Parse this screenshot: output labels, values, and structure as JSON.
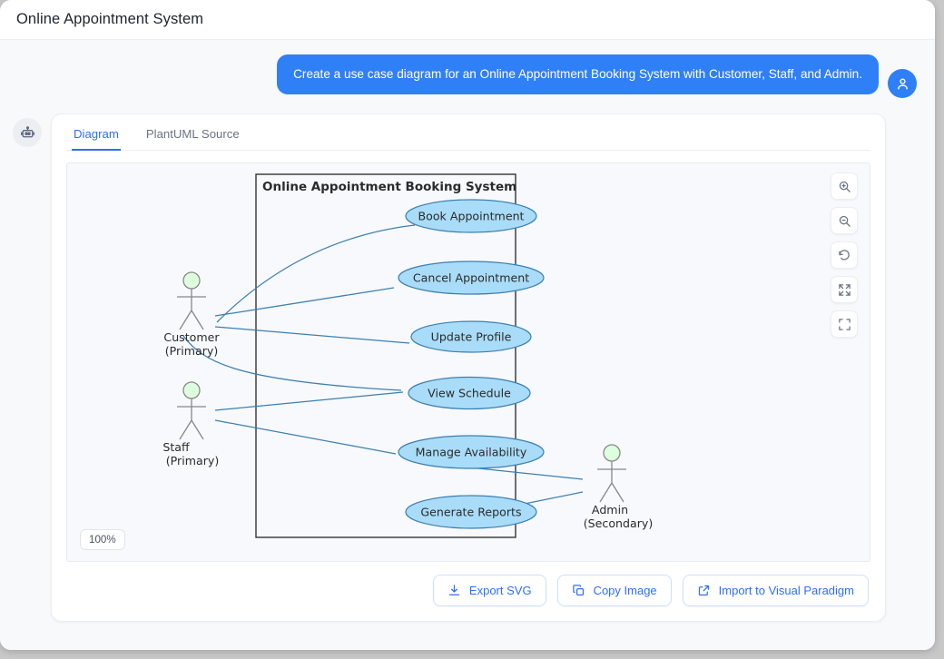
{
  "window": {
    "title": "Online Appointment System"
  },
  "chat": {
    "user_avatar_icon": "user-icon",
    "bot_avatar_icon": "robot-icon",
    "user_message": "Create a use case diagram for an Online Appointment Booking System with Customer, Staff, and Admin."
  },
  "card": {
    "tabs": [
      {
        "label": "Diagram",
        "active": true
      },
      {
        "label": "PlantUML Source",
        "active": false
      }
    ],
    "zoom_level": "100%",
    "tools": [
      {
        "name": "zoom-in-icon",
        "title": "Zoom In"
      },
      {
        "name": "zoom-out-icon",
        "title": "Zoom Out"
      },
      {
        "name": "reset-icon",
        "title": "Reset"
      },
      {
        "name": "expand-icon",
        "title": "Fit to Screen"
      },
      {
        "name": "fullscreen-icon",
        "title": "Fullscreen"
      }
    ],
    "actions": [
      {
        "label": "Export SVG",
        "icon": "download-icon"
      },
      {
        "label": "Copy Image",
        "icon": "copy-icon"
      },
      {
        "label": "Import to Visual Paradigm",
        "icon": "external-link-icon"
      }
    ]
  },
  "diagram": {
    "type": "uml-use-case",
    "system_boundary_title": "Online Appointment Booking System",
    "actors": [
      {
        "name": "Customer",
        "role": "(Primary)",
        "inside_boundary": false,
        "side": "left"
      },
      {
        "name": "Staff",
        "role": "(Primary)",
        "inside_boundary": false,
        "side": "left"
      },
      {
        "name": "Admin",
        "role": "(Secondary)",
        "inside_boundary": false,
        "side": "right"
      }
    ],
    "use_cases": [
      "Book Appointment",
      "Cancel Appointment",
      "Update Profile",
      "View Schedule",
      "Manage Availability",
      "Generate Reports"
    ],
    "associations": [
      {
        "actor": "Customer",
        "use_case": "Book Appointment"
      },
      {
        "actor": "Customer",
        "use_case": "Cancel Appointment"
      },
      {
        "actor": "Customer",
        "use_case": "Update Profile"
      },
      {
        "actor": "Staff",
        "use_case": "View Schedule"
      },
      {
        "actor": "Staff",
        "use_case": "Manage Availability"
      },
      {
        "actor": "Admin",
        "use_case": "Manage Availability"
      },
      {
        "actor": "Admin",
        "use_case": "Generate Reports"
      }
    ],
    "colors": {
      "use_case_fill": "#A9DCF8",
      "use_case_stroke": "#3C7FB1",
      "actor_head_fill": "#DDFFDD",
      "actor_stroke": "#888888",
      "link_stroke": "#3C7FB1",
      "boundary_stroke": "#333333",
      "text": "#2b2b2b"
    }
  }
}
